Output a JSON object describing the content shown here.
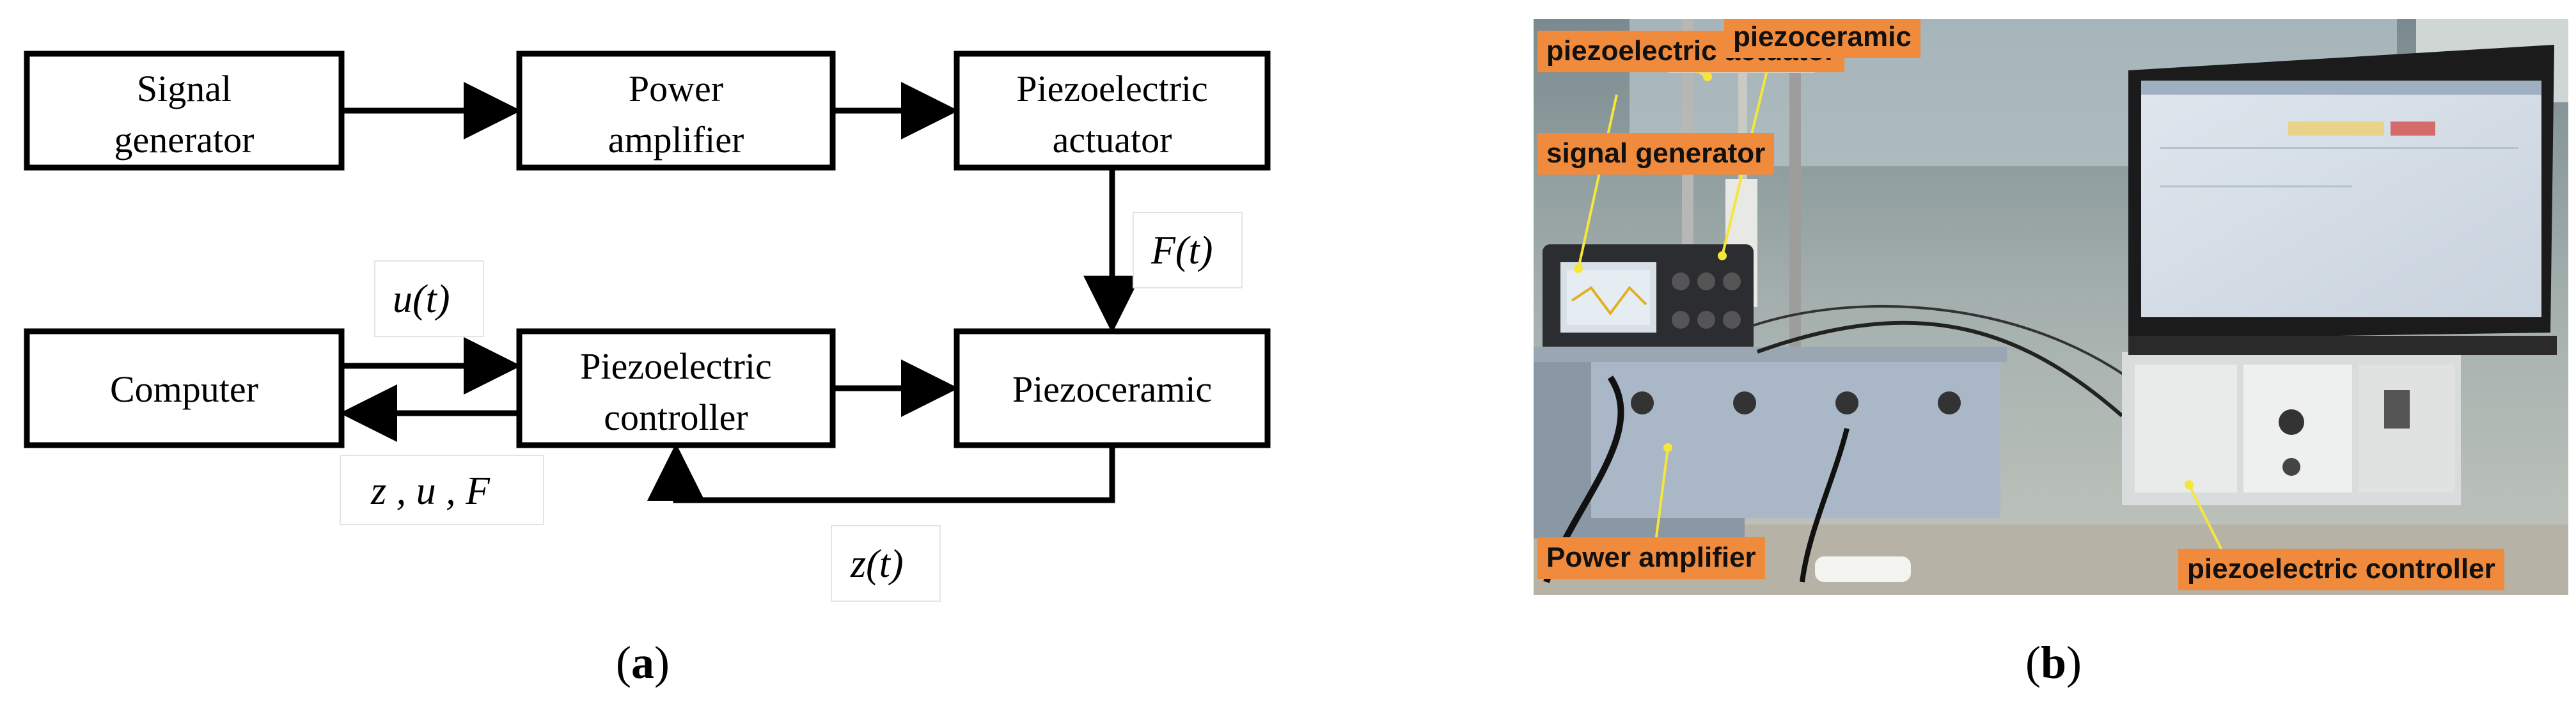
{
  "diagram": {
    "blocks": {
      "signal_generator": [
        "Signal",
        "generator"
      ],
      "power_amplifier": [
        "Power",
        "amplifier"
      ],
      "piezo_actuator": [
        "Piezoelectric",
        "actuator"
      ],
      "computer": [
        "Computer"
      ],
      "piezo_controller": [
        "Piezoelectric",
        "controller"
      ],
      "piezoceramic": [
        "Piezoceramic"
      ]
    },
    "signals": {
      "force": "F(t)",
      "input": "u(t)",
      "feedback": "z , u , F",
      "displacement": "z(t)"
    }
  },
  "photo": {
    "labels": {
      "piezo_actuator": "piezoelectric actuator",
      "piezoceramic": "piezoceramic",
      "signal_generator": "signal generator",
      "power_amplifier": "Power amplifier",
      "piezo_controller": "piezoelectric controller"
    }
  },
  "captions": {
    "a": "a",
    "b": "b"
  },
  "colors": {
    "tag_background": "#f08a3c",
    "arrow_yellow": "#f5e63a"
  }
}
